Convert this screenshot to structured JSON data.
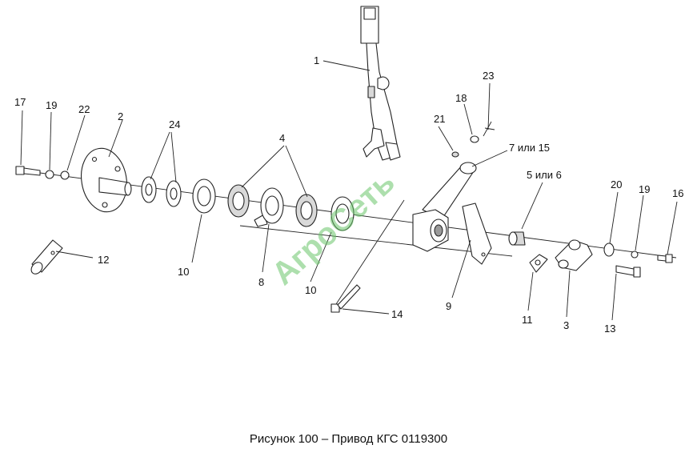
{
  "caption": "Рисунок 100 – Привод КГС 0119300",
  "watermark": "АгроСеть",
  "labels": {
    "l1": "1",
    "l2": "2",
    "l3": "3",
    "l4": "4",
    "l5": "5 или 6",
    "l7": "7 или 15",
    "l8": "8",
    "l9": "9",
    "l10a": "10",
    "l10b": "10",
    "l11": "11",
    "l12": "12",
    "l13": "13",
    "l14": "14",
    "l16": "16",
    "l17": "17",
    "l18": "18",
    "l19a": "19",
    "l19b": "19",
    "l20": "20",
    "l21": "21",
    "l22": "22",
    "l23": "23",
    "l24": "24"
  }
}
